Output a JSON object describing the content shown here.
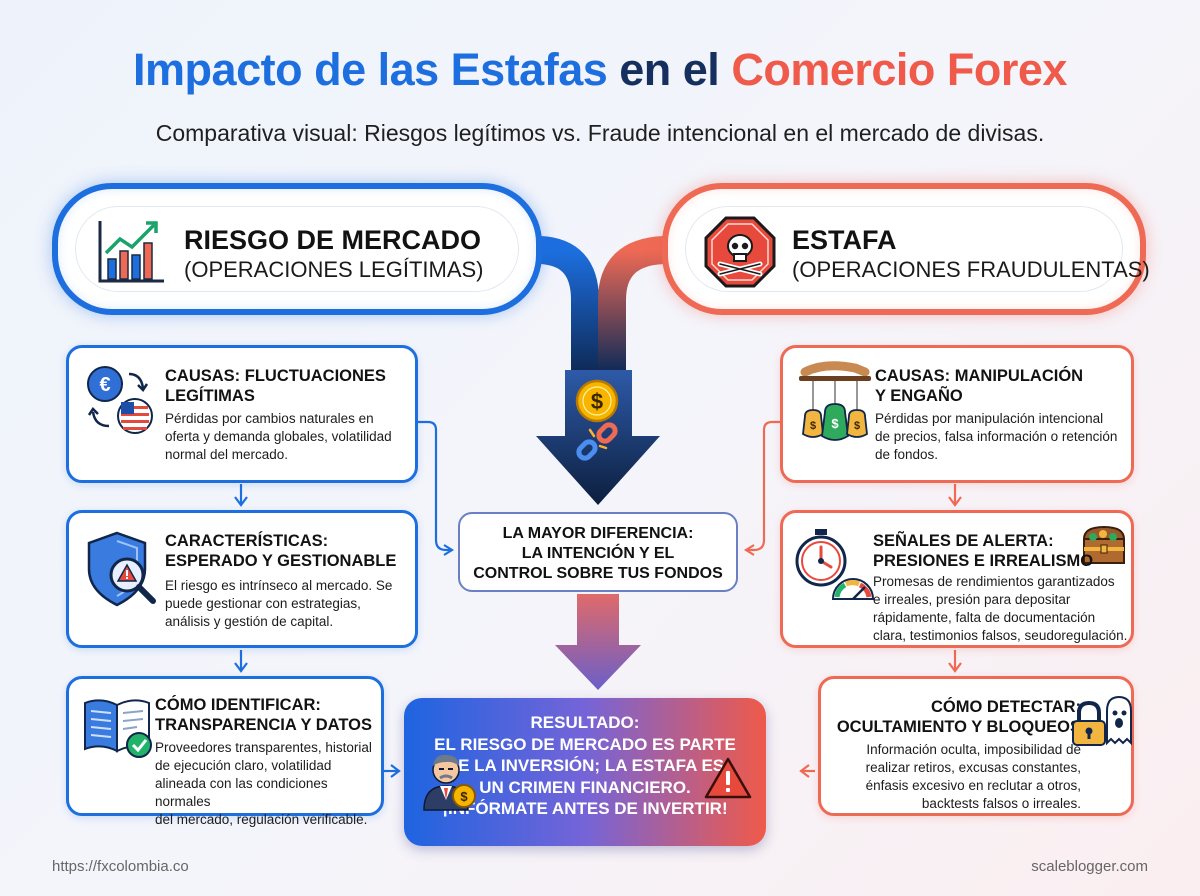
{
  "header": {
    "title_part1": "Impacto de las Estafas",
    "title_part2": "en el",
    "title_part3": "Comercio Forex",
    "subtitle": "Comparativa visual: Riesgos legítimos vs. Fraude intencional en el mercado de divisas."
  },
  "left": {
    "heading": "RIESGO DE MERCADO",
    "subheading": "(OPERACIONES LEGÍTIMAS)",
    "cards": [
      {
        "title_lines": [
          "CAUSAS: FLUCTUACIONES",
          "LEGÍTIMAS"
        ],
        "body_lines": [
          "Pérdidas por cambios naturales en",
          "oferta y demanda globales, volatilidad",
          "normal del mercado."
        ]
      },
      {
        "title_lines": [
          "CARACTERÍSTICAS:",
          "ESPERADO Y GESTIONABLE"
        ],
        "body_lines": [
          "El riesgo es intrínseco al mercado. Se",
          "puede gestionar con estrategias,",
          "análisis y gestión de capital."
        ]
      },
      {
        "title_lines": [
          "CÓMO IDENTIFICAR:",
          "TRANSPARENCIA Y DATOS"
        ],
        "body_lines": [
          "Proveedores transparentes, historial",
          "de ejecución claro, volatilidad",
          "alineada con las condiciones normales",
          "del mercado, regulación verificable."
        ]
      }
    ]
  },
  "right": {
    "heading": "ESTAFA",
    "subheading": "(OPERACIONES FRAUDULENTAS)",
    "cards": [
      {
        "title_lines": [
          "CAUSAS: MANIPULACIÓN",
          "Y ENGAÑO"
        ],
        "body_lines": [
          "Pérdidas por manipulación intencional",
          "de precios, falsa información o retención",
          "de fondos."
        ]
      },
      {
        "title_lines": [
          "SEÑALES DE ALERTA:",
          "PRESIONES E IRREALISMO"
        ],
        "body_lines": [
          "Promesas de rendimientos garantizados",
          "e irreales, presión para depositar",
          "rápidamente, falta de documentación",
          "clara, testimonios falsos, seudoregulación."
        ]
      },
      {
        "title_lines": [
          "CÓMO DETECTAR:",
          "OCULTAMIENTO Y BLOQUEOS"
        ],
        "body_lines": [
          "Información oculta, imposibilidad de",
          "realizar retiros, excusas constantes,",
          "énfasis excesivo en reclutar a otros,",
          "backtests falsos o irreales."
        ]
      }
    ]
  },
  "center": {
    "lines": [
      "LA MAYOR DIFERENCIA:",
      "LA INTENCIÓN Y EL",
      "CONTROL SOBRE TUS FONDOS"
    ]
  },
  "result": {
    "lines": [
      "RESULTADO:",
      "EL RIESGO DE MERCADO ES PARTE",
      "DE LA INVERSIÓN; LA ESTAFA ES",
      "UN CRIMEN FINANCIERO.",
      "¡INFÓRMATE ANTES DE INVERTIR!"
    ]
  },
  "footer": {
    "left": "https://fxcolombia.co",
    "right": "scaleblogger.com"
  },
  "colors": {
    "blue": "#1d6fe0",
    "navy": "#15305e",
    "red": "#ef5a4a",
    "coral": "#ef6a55"
  },
  "icons": [
    "bar-chart-icon",
    "skull-stop-sign-icon",
    "dollar-coin-icon",
    "broken-chain-icon",
    "currency-exchange-icon",
    "puppet-money-bags-icon",
    "shield-warning-icon",
    "stopwatch-gauge-icon",
    "treasure-chest-icon",
    "open-book-check-icon",
    "lock-ghost-icon",
    "businessman-coin-icon",
    "warning-triangle-icon"
  ]
}
